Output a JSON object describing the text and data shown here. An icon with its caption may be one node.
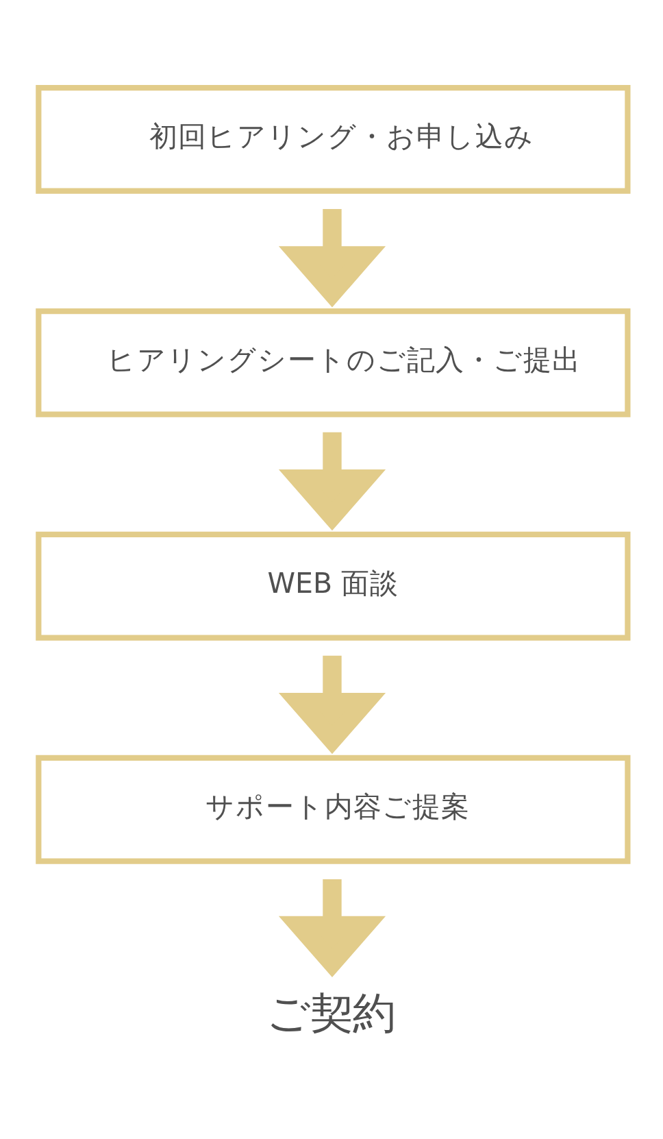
{
  "diagram": {
    "nodes": [
      {
        "text": [
          "初回ヒアリング・お申し込み"
        ]
      },
      {
        "text": [
          "ヒアリングシートのご記入・ご提出"
        ]
      },
      {
        "text": [
          "WEB 面談"
        ]
      },
      {
        "text": [
          "サポート内容ご提案"
        ]
      },
      {
        "text": [
          "ご契約"
        ]
      }
    ],
    "edges": [
      {
        "from": 0,
        "to": 1,
        "arrow": "to"
      },
      {
        "from": 1,
        "to": 2,
        "arrow": "to"
      },
      {
        "from": 2,
        "to": 3,
        "arrow": "to"
      },
      {
        "from": 3,
        "to": 4,
        "arrow": "to"
      }
    ]
  }
}
